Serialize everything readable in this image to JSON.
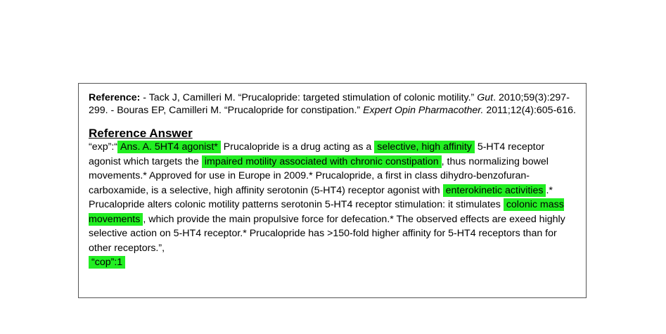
{
  "reference": {
    "label": "Reference:",
    "text1": " - Tack J, Camilleri M. “Prucalopride: targeted stimulation of colonic motility.” ",
    "journal1": "Gut",
    "text2": ". 2010;59(3):297-299. - Bouras EP, Camilleri M. “Prucalopride for constipation.” ",
    "journal2": "Expert Opin Pharmacother.",
    "text3": " 2011;12(4):605-616."
  },
  "answer": {
    "heading": "Reference Answer",
    "exp_prefix": "“exp”:“",
    "hl1": "Ans. A. 5HT4 agonist*",
    "t1": " Prucalopride is a drug acting as a ",
    "hl2": "selective, high affinity",
    "t2": " 5-HT4 receptor agonist which targets the ",
    "hl3": "impaired motility associated with chronic constipation",
    "t3": ", thus normalizing bowel movements.* Approved for use in Europe in 2009.* Prucalopride, a first in class dihydro-benzofuran-carboxamide, is a selective, high affinity serotonin (5-HT4) receptor agonist with ",
    "hl4": "enterokinetic activities",
    "t4": ".* Prucalopride alters colonic motility patterns serotonin 5-HT4 receptor stimulation: it stimulates ",
    "hl5": "colonic mass movements",
    "t5": ", which provide the main propulsive force for defecation.* The observed effects are exeed highly selective action on 5-HT4 receptor.* Prucalopride has >150-fold higher affinity for 5-HT4 receptors than for other receptors.”,",
    "cop": "“cop”:1"
  },
  "colors": {
    "highlight": "#22ee22",
    "border": "#555555",
    "text": "#000000"
  }
}
